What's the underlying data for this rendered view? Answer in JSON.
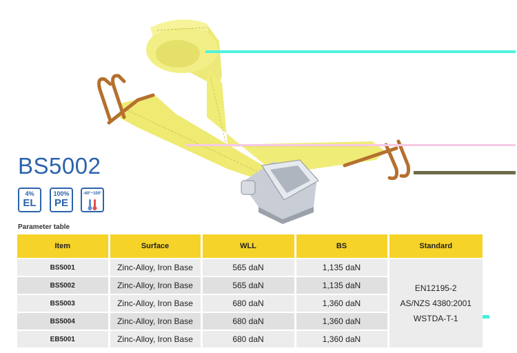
{
  "model": "BS5002",
  "badges": [
    {
      "top": "4%",
      "big": "EL",
      "icon": "elongation-badge"
    },
    {
      "top": "100%",
      "big": "PE",
      "icon": "material-badge"
    },
    {
      "top": "-40°~100°",
      "big": "",
      "icon": "thermometer-icon"
    }
  ],
  "param_title": "Parameter table",
  "table": {
    "headers": [
      "Item",
      "Surface",
      "WLL",
      "BS",
      "Standard"
    ],
    "rows": [
      {
        "item": "BS5001",
        "surface": "Zinc-Alloy, Iron Base",
        "wll": "565 daN",
        "bs": "1,135 daN"
      },
      {
        "item": "BS5002",
        "surface": "Zinc-Alloy, Iron Base",
        "wll": "565 daN",
        "bs": "1,135 daN"
      },
      {
        "item": "BS5003",
        "surface": "Zinc-Alloy, Iron Base",
        "wll": "680 daN",
        "bs": "1,360 daN"
      },
      {
        "item": "BS5004",
        "surface": "Zinc-Alloy, Iron Base",
        "wll": "680 daN",
        "bs": "1,360 daN"
      },
      {
        "item": "EB5001",
        "surface": "Zinc-Alloy, Iron Base",
        "wll": "680 daN",
        "bs": "1,360 daN"
      }
    ],
    "standard": [
      "EN12195-2",
      "AS/NZS 4380:2001",
      "WSTDA-T-1"
    ]
  },
  "colors": {
    "strap": "#f0ee7a",
    "brand_blue": "#2a63ad",
    "header_yellow": "#f5d328"
  }
}
